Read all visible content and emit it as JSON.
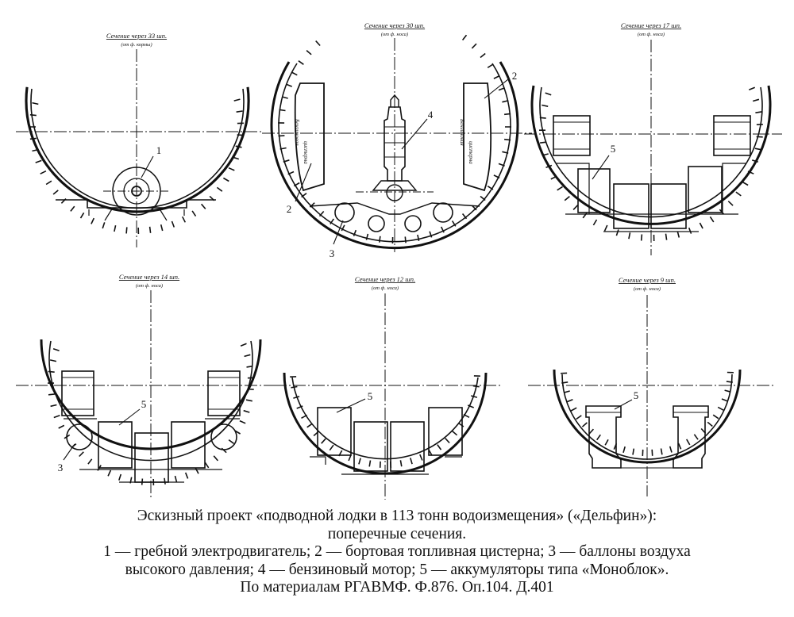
{
  "sections": [
    {
      "id": "s1",
      "title": "Сечение через 33 шп.",
      "subtitle": "(от ф. кормы)",
      "callouts": [
        "1"
      ]
    },
    {
      "id": "s2",
      "title": "Сечение через 30 шп.",
      "subtitle": "(от ф. носа)",
      "side_tank_text": [
        "Бензиновая",
        "цистерна"
      ],
      "callouts": [
        "2",
        "2",
        "3",
        "4"
      ]
    },
    {
      "id": "s3",
      "title": "Сечение через 17 шп.",
      "subtitle": "(от ф. носа)",
      "callouts": [
        "5"
      ]
    },
    {
      "id": "s4",
      "title": "Сечение через 14 шп.",
      "subtitle": "(от ф. носа)",
      "callouts": [
        "5",
        "3"
      ]
    },
    {
      "id": "s5",
      "title": "Сечение через 12 шп.",
      "subtitle": "(от ф. носа)",
      "callouts": [
        "5"
      ]
    },
    {
      "id": "s6",
      "title": "Сечение через 9 шп.",
      "subtitle": "(от ф. носа)",
      "callouts": [
        "5"
      ]
    }
  ],
  "caption": {
    "line1": "Эскизный проект «подводной лодки в 113 тонн водоизмещения» («Дельфин»):",
    "line2": "поперечные сечения.",
    "line3": "1 — гребной электродвигатель; 2 — бортовая топливная цистерна; 3 — баллоны воздуха",
    "line4": "высокого давления; 4 — бензиновый мотор; 5 — аккумуляторы типа «Моноблок».",
    "line5": "По материалам РГАВМФ. Ф.876. Оп.104. Д.401"
  },
  "colors": {
    "ink": "#111111",
    "paper": "#ffffff"
  }
}
